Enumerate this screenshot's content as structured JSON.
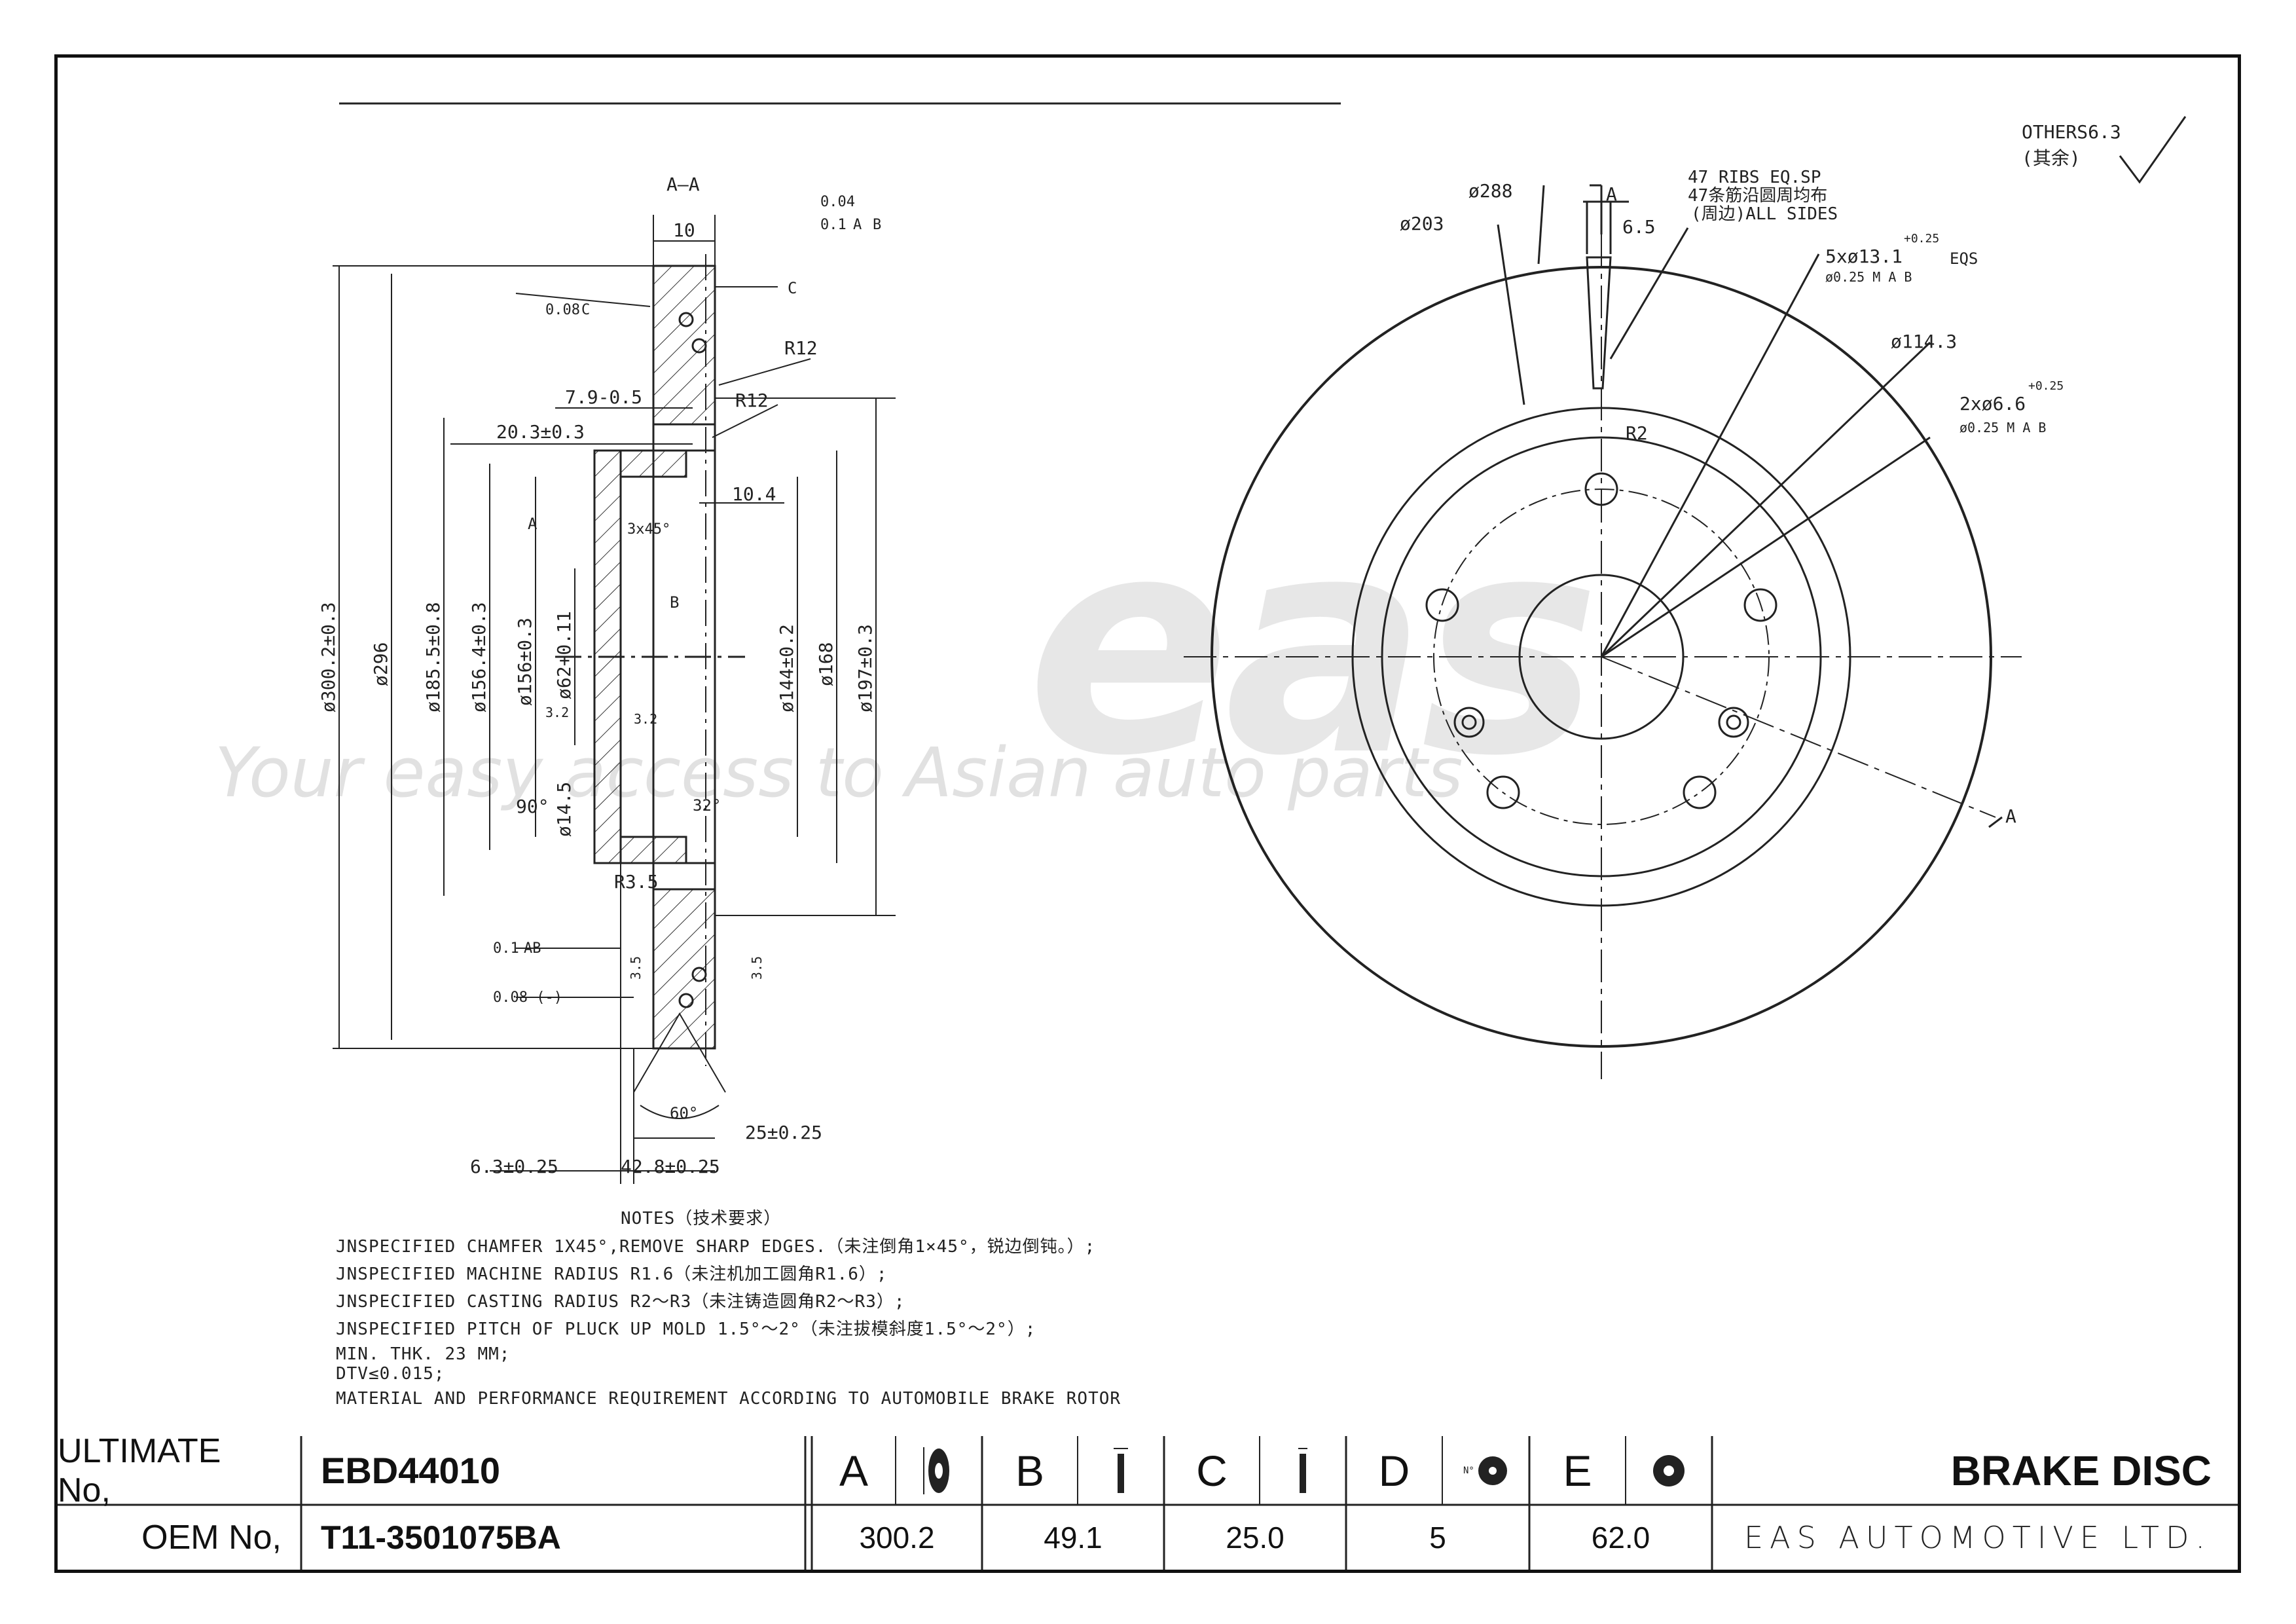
{
  "section_view": {
    "title": "A—A",
    "flatness_top": "0.04",
    "runout_top": "0.1",
    "runout_top_datum1": "A",
    "runout_top_datum2": "B",
    "datum_c": "C",
    "width_10": "10",
    "parallel": "0.08",
    "parallel_datum": "C",
    "r12_a": "R12",
    "r12_b": "R12",
    "dim_7_9": "7.9-0.5",
    "dim_20_3": "20.3±0.3",
    "dim_10_4": "10.4",
    "chamfer": "3x45°",
    "datum_a": "A",
    "datum_b": "B",
    "rough_3_2a": "3.2",
    "rough_3_2b": "3.2",
    "angle_90": "90°",
    "angle_32": "32°",
    "dia_14_5": "ø14.5",
    "r3_5": "R3.5",
    "runout_bottom": "0.1",
    "runout_bottom_datums": "AB",
    "flatness_bottom": "0.08 (-)",
    "rough_3_5a": "3.5",
    "rough_3_5b": "3.5",
    "angle_60": "60°",
    "dim_25": "25±0.25",
    "dim_6_3": "6.3±0.25",
    "dim_42_8": "42.8±0.25",
    "dims_vertical": [
      "ø300.2±0.3",
      "ø296",
      "ø185.5±0.8",
      "ø156.4±0.3",
      "ø156±0.3",
      "ø62+0.11",
      "ø144±0.2",
      "ø168",
      "ø197±0.3"
    ]
  },
  "front_view": {
    "others_roughness": "OTHERS6.3",
    "others_cn": "(其余)",
    "dia_288": "ø288",
    "dia_203": "ø203",
    "section_a_top": "A",
    "section_a_bottom": "A",
    "dim_6_5": "6.5",
    "ribs_line1": "47  RIBS  EQ.SP",
    "ribs_line2": "47条筋沿圆周均布",
    "ribs_line3": "(周边)ALL  SIDES",
    "holes_5": "5xø13.1",
    "holes_5_tol": "+0.25",
    "holes_5_eqs": "EQS",
    "holes_5_pos": "ø0.25 M A B",
    "pcd": "ø114.3",
    "holes_2": "2xø6.6",
    "holes_2_tol": "+0.25",
    "holes_2_pos": "ø0.25 M A B",
    "r2": "R2"
  },
  "watermark": {
    "logo": "eas",
    "slogan": "Your easy access to Asian auto parts"
  },
  "notes": {
    "title": "NOTES（技术要求）",
    "lines": [
      "JNSPECIFIED  CHAMFER  1X45°,REMOVE  SHARP  EDGES.（未注倒角1×45°，锐边倒钝。）;",
      "JNSPECIFIED  MACHINE  RADIUS  R1.6（未注机加工圆角R1.6）;",
      "JNSPECIFIED  CASTING  RADIUS  R2～R3（未注铸造圆角R2～R3）;",
      "JNSPECIFIED  PITCH  OF  PLUCK  UP  MOLD  1.5°～2°（未注拔模斜度1.5°～2°）;",
      "MIN.  THK.  23  MM;",
      "DTV≤0.015;",
      "MATERIAL  AND  PERFORMANCE  REQUIREMENT  ACCORDING  TO  AUTOMOBILE  BRAKE  ROTOR"
    ]
  },
  "title_block": {
    "ultimate_label": "ULTIMATE No,",
    "ultimate_value": "EBD44010",
    "oem_label": "OEM No,",
    "oem_value": "T11-3501075BA",
    "columns": [
      {
        "letter": "A",
        "icon": "disc-diameter-icon",
        "value": "300.2"
      },
      {
        "letter": "B",
        "icon": "disc-height-icon",
        "value": "49.1"
      },
      {
        "letter": "C",
        "icon": "disc-thickness-icon",
        "value": "25.0"
      },
      {
        "letter": "D",
        "icon": "bolt-holes-icon",
        "value": "5"
      },
      {
        "letter": "E",
        "icon": "center-bore-icon",
        "value": "62.0"
      }
    ],
    "product": "BRAKE DISC",
    "company": "EAS AUTOMOTIVE LTD."
  }
}
